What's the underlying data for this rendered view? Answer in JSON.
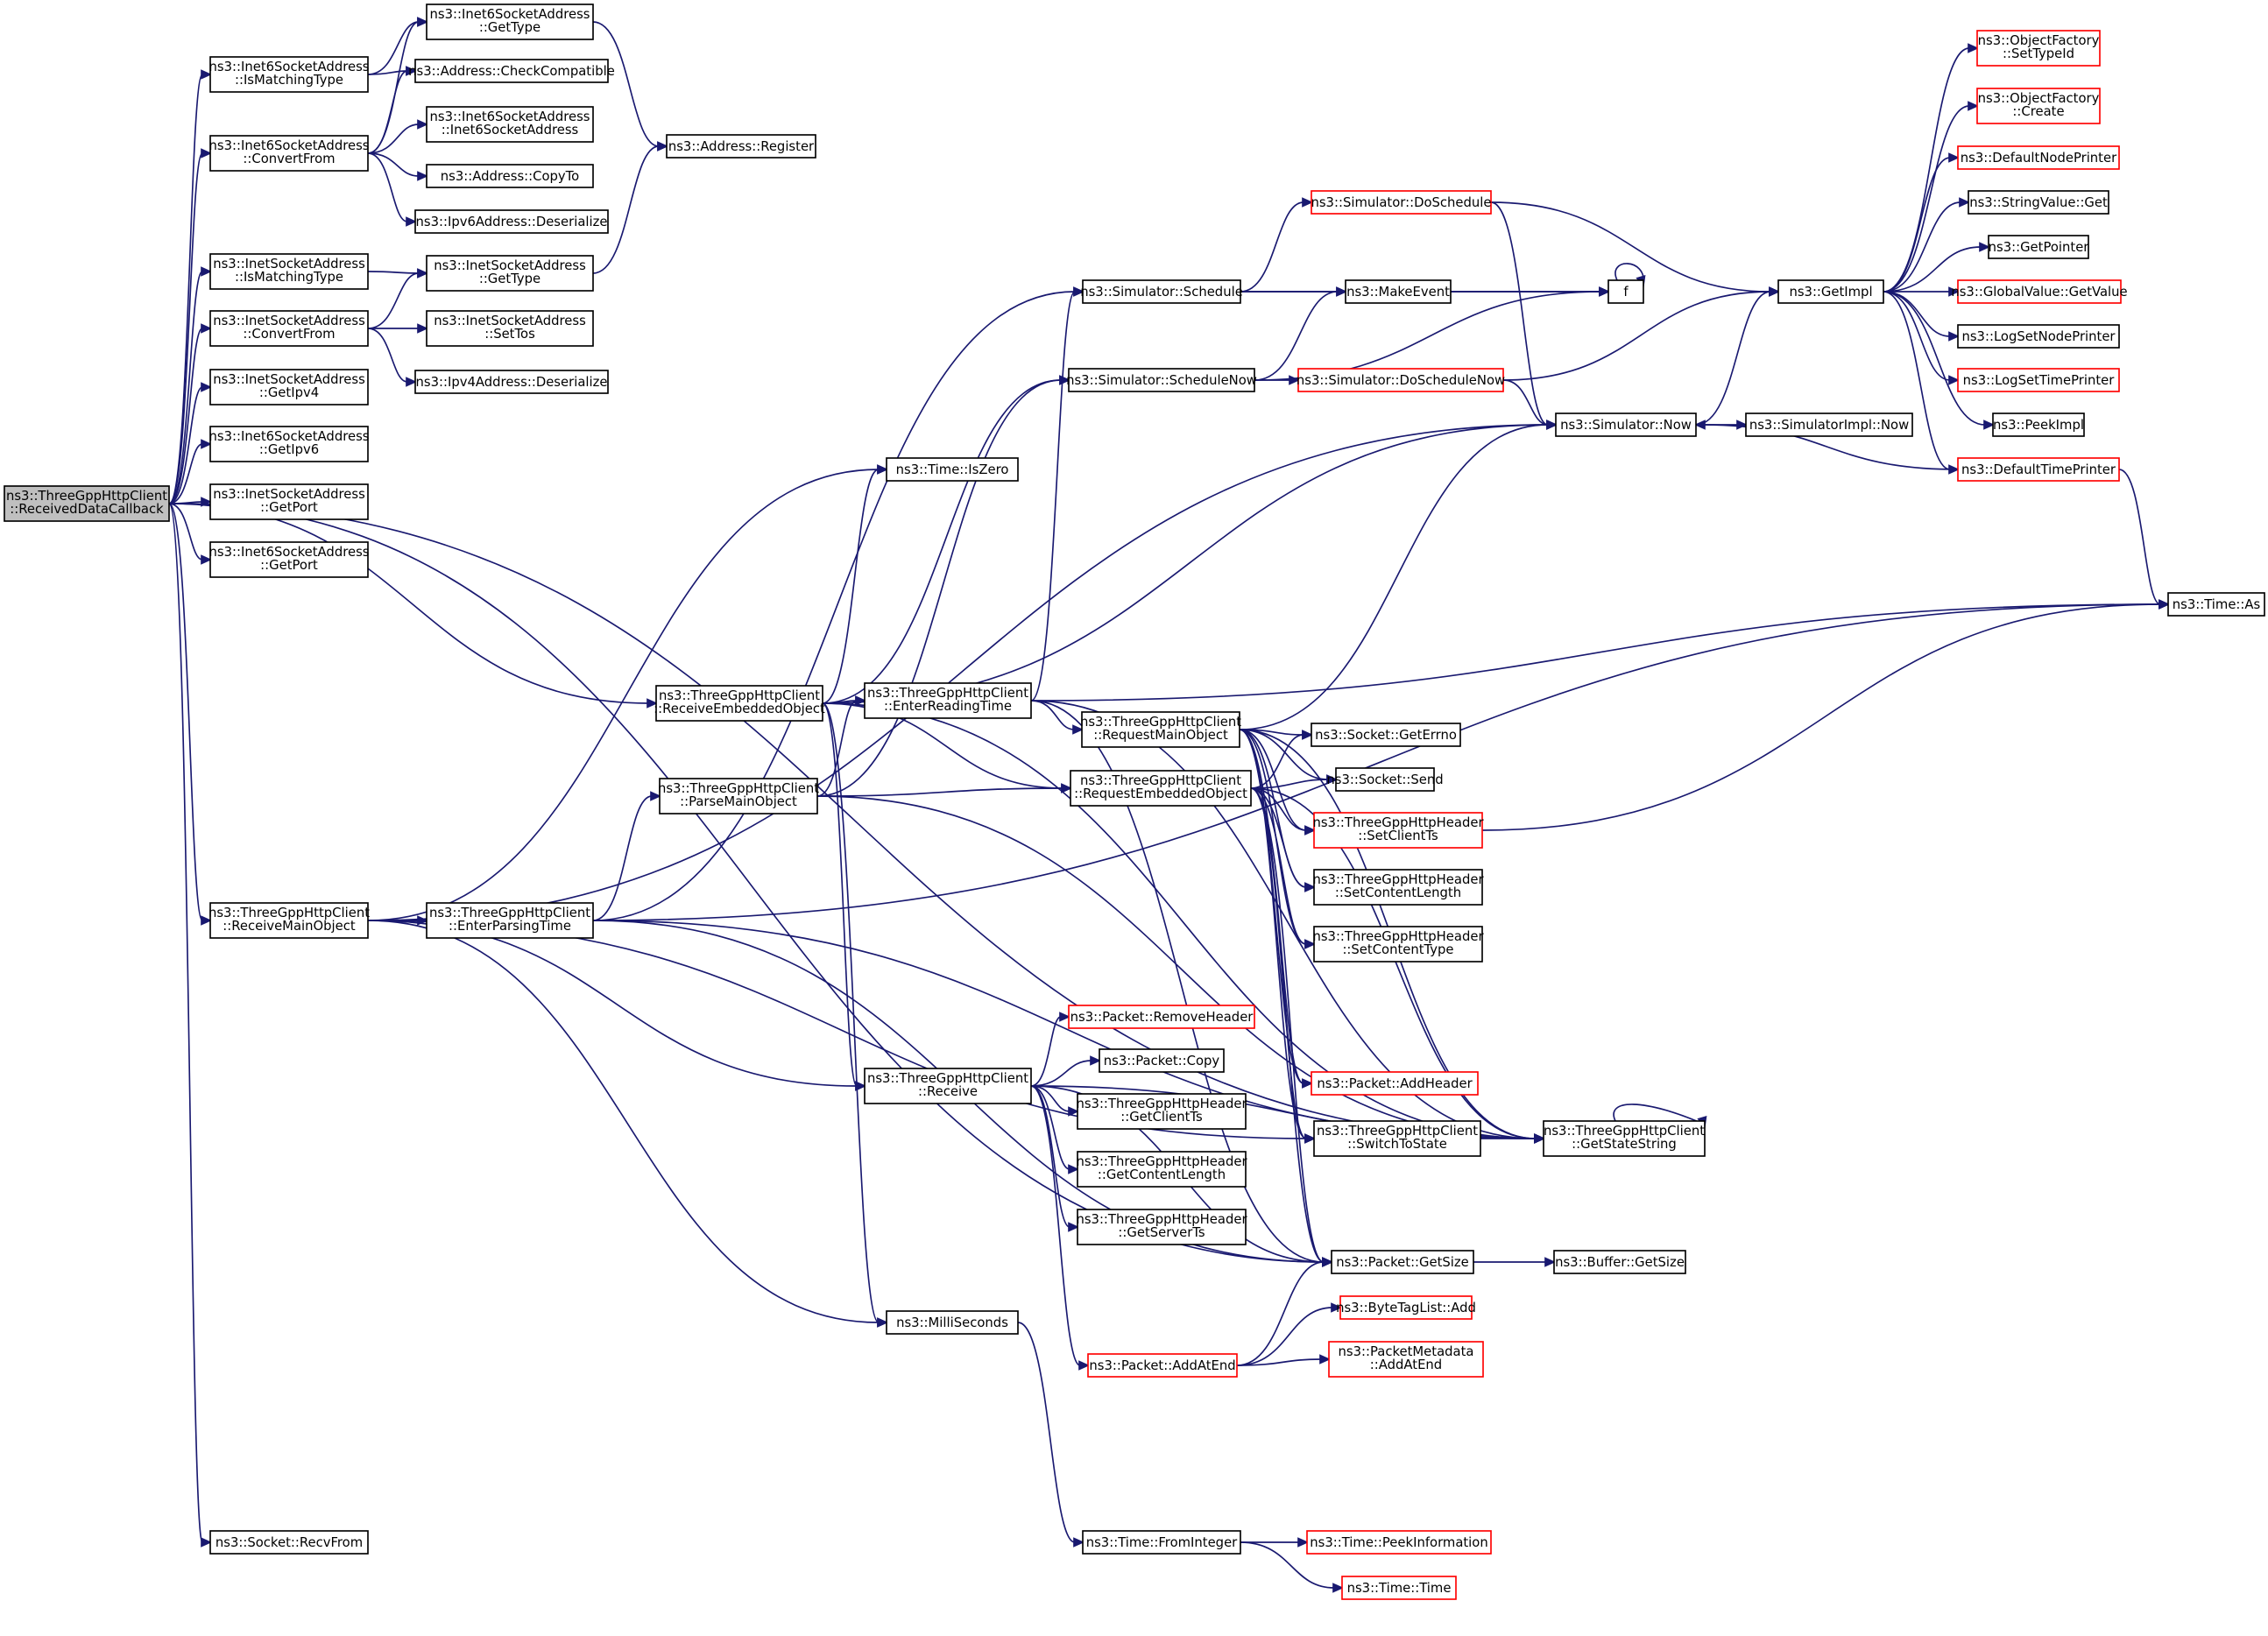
{
  "nodes": {
    "root": {
      "lines": [
        "ns3::ThreeGppHttpClient",
        "::ReceivedDataCallback"
      ],
      "color": "gray"
    },
    "i6_ismatch": {
      "lines": [
        "ns3::Inet6SocketAddress",
        "::IsMatchingType"
      ],
      "color": "black"
    },
    "i6_gettype": {
      "lines": [
        "ns3::Inet6SocketAddress",
        "::GetType"
      ],
      "color": "black"
    },
    "addr_check": {
      "lines": [
        "ns3::Address::CheckCompatible"
      ],
      "color": "black"
    },
    "addr_register": {
      "lines": [
        "ns3::Address::Register"
      ],
      "color": "black"
    },
    "i6_convert": {
      "lines": [
        "ns3::Inet6SocketAddress",
        "::ConvertFrom"
      ],
      "color": "black"
    },
    "i6_ctor": {
      "lines": [
        "ns3::Inet6SocketAddress",
        "::Inet6SocketAddress"
      ],
      "color": "black"
    },
    "addr_copyto": {
      "lines": [
        "ns3::Address::CopyTo"
      ],
      "color": "black"
    },
    "ipv6_deser": {
      "lines": [
        "ns3::Ipv6Address::Deserialize"
      ],
      "color": "black"
    },
    "i4_ismatch": {
      "lines": [
        "ns3::InetSocketAddress",
        "::IsMatchingType"
      ],
      "color": "black"
    },
    "i4_gettype": {
      "lines": [
        "ns3::InetSocketAddress",
        "::GetType"
      ],
      "color": "black"
    },
    "i4_convert": {
      "lines": [
        "ns3::InetSocketAddress",
        "::ConvertFrom"
      ],
      "color": "black"
    },
    "i4_settos": {
      "lines": [
        "ns3::InetSocketAddress",
        "::SetTos"
      ],
      "color": "black"
    },
    "ipv4_deser": {
      "lines": [
        "ns3::Ipv4Address::Deserialize"
      ],
      "color": "black"
    },
    "i4_getipv4": {
      "lines": [
        "ns3::InetSocketAddress",
        "::GetIpv4"
      ],
      "color": "black"
    },
    "i6_getipv6": {
      "lines": [
        "ns3::Inet6SocketAddress",
        "::GetIpv6"
      ],
      "color": "black"
    },
    "i4_getport": {
      "lines": [
        "ns3::InetSocketAddress",
        "::GetPort"
      ],
      "color": "black"
    },
    "i6_getport": {
      "lines": [
        "ns3::Inet6SocketAddress",
        "::GetPort"
      ],
      "color": "black"
    },
    "recv_embedded": {
      "lines": [
        "ns3::ThreeGppHttpClient",
        "::ReceiveEmbeddedObject"
      ],
      "color": "black"
    },
    "recv_main": {
      "lines": [
        "ns3::ThreeGppHttpClient",
        "::ReceiveMainObject"
      ],
      "color": "black"
    },
    "sock_recvfrom": {
      "lines": [
        "ns3::Socket::RecvFrom"
      ],
      "color": "black"
    },
    "time_iszero": {
      "lines": [
        "ns3::Time::IsZero"
      ],
      "color": "black"
    },
    "enter_reading": {
      "lines": [
        "ns3::ThreeGppHttpClient",
        "::EnterReadingTime"
      ],
      "color": "black"
    },
    "parse_main": {
      "lines": [
        "ns3::ThreeGppHttpClient",
        "::ParseMainObject"
      ],
      "color": "black"
    },
    "enter_parsing": {
      "lines": [
        "ns3::ThreeGppHttpClient",
        "::EnterParsingTime"
      ],
      "color": "black"
    },
    "receive": {
      "lines": [
        "ns3::ThreeGppHttpClient",
        "::Receive"
      ],
      "color": "black"
    },
    "milliseconds": {
      "lines": [
        "ns3::MilliSeconds"
      ],
      "color": "black"
    },
    "sim_schedule": {
      "lines": [
        "ns3::Simulator::Schedule"
      ],
      "color": "black"
    },
    "sim_schedulenow": {
      "lines": [
        "ns3::Simulator::ScheduleNow"
      ],
      "color": "black"
    },
    "sim_doschedule": {
      "lines": [
        "ns3::Simulator::DoSchedule"
      ],
      "color": "red"
    },
    "sim_doschedulenow": {
      "lines": [
        "ns3::Simulator::DoScheduleNow"
      ],
      "color": "red"
    },
    "makeevent": {
      "lines": [
        "ns3::MakeEvent"
      ],
      "color": "black"
    },
    "f": {
      "lines": [
        "f"
      ],
      "color": "black"
    },
    "sim_now": {
      "lines": [
        "ns3::Simulator::Now"
      ],
      "color": "black"
    },
    "simimpl_now": {
      "lines": [
        "ns3::SimulatorImpl::Now"
      ],
      "color": "black"
    },
    "getimpl": {
      "lines": [
        "ns3::GetImpl"
      ],
      "color": "black"
    },
    "of_settypeid": {
      "lines": [
        "ns3::ObjectFactory",
        "::SetTypeId"
      ],
      "color": "red"
    },
    "of_create": {
      "lines": [
        "ns3::ObjectFactory",
        "::Create"
      ],
      "color": "red"
    },
    "defnodeprinter": {
      "lines": [
        "ns3::DefaultNodePrinter"
      ],
      "color": "red"
    },
    "stringvalue_get": {
      "lines": [
        "ns3::StringValue::Get"
      ],
      "color": "black"
    },
    "getpointer": {
      "lines": [
        "ns3::GetPointer"
      ],
      "color": "black"
    },
    "globalvalue_get": {
      "lines": [
        "ns3::GlobalValue::GetValue"
      ],
      "color": "red"
    },
    "logsetnode": {
      "lines": [
        "ns3::LogSetNodePrinter"
      ],
      "color": "black"
    },
    "logsettime": {
      "lines": [
        "ns3::LogSetTimePrinter"
      ],
      "color": "red"
    },
    "peekimpl": {
      "lines": [
        "ns3::PeekImpl"
      ],
      "color": "black"
    },
    "deftimeprinter": {
      "lines": [
        "ns3::DefaultTimePrinter"
      ],
      "color": "red"
    },
    "time_as": {
      "lines": [
        "ns3::Time::As"
      ],
      "color": "black"
    },
    "req_main": {
      "lines": [
        "ns3::ThreeGppHttpClient",
        "::RequestMainObject"
      ],
      "color": "black"
    },
    "req_embedded": {
      "lines": [
        "ns3::ThreeGppHttpClient",
        "::RequestEmbeddedObject"
      ],
      "color": "black"
    },
    "sock_geterrno": {
      "lines": [
        "ns3::Socket::GetErrno"
      ],
      "color": "black"
    },
    "sock_send": {
      "lines": [
        "ns3::Socket::Send"
      ],
      "color": "black"
    },
    "hdr_setclientts": {
      "lines": [
        "ns3::ThreeGppHttpHeader",
        "::SetClientTs"
      ],
      "color": "red"
    },
    "hdr_setcontentlength": {
      "lines": [
        "ns3::ThreeGppHttpHeader",
        "::SetContentLength"
      ],
      "color": "black"
    },
    "hdr_setcontenttype": {
      "lines": [
        "ns3::ThreeGppHttpHeader",
        "::SetContentType"
      ],
      "color": "black"
    },
    "pkt_removeheader": {
      "lines": [
        "ns3::Packet::RemoveHeader"
      ],
      "color": "red"
    },
    "pkt_copy": {
      "lines": [
        "ns3::Packet::Copy"
      ],
      "color": "black"
    },
    "pkt_addheader": {
      "lines": [
        "ns3::Packet::AddHeader"
      ],
      "color": "red"
    },
    "hdr_getclientts": {
      "lines": [
        "ns3::ThreeGppHttpHeader",
        "::GetClientTs"
      ],
      "color": "black"
    },
    "hdr_getcontentlength": {
      "lines": [
        "ns3::ThreeGppHttpHeader",
        "::GetContentLength"
      ],
      "color": "black"
    },
    "hdr_getserverts": {
      "lines": [
        "ns3::ThreeGppHttpHeader",
        "::GetServerTs"
      ],
      "color": "black"
    },
    "switchtostate": {
      "lines": [
        "ns3::ThreeGppHttpClient",
        "::SwitchToState"
      ],
      "color": "black"
    },
    "getstatestring": {
      "lines": [
        "ns3::ThreeGppHttpClient",
        "::GetStateString"
      ],
      "color": "black"
    },
    "pkt_getsize": {
      "lines": [
        "ns3::Packet::GetSize"
      ],
      "color": "black"
    },
    "buf_getsize": {
      "lines": [
        "ns3::Buffer::GetSize"
      ],
      "color": "black"
    },
    "pkt_addatend": {
      "lines": [
        "ns3::Packet::AddAtEnd"
      ],
      "color": "red"
    },
    "bytetag_add": {
      "lines": [
        "ns3::ByteTagList::Add"
      ],
      "color": "red"
    },
    "pktmeta_addatend": {
      "lines": [
        "ns3::PacketMetadata",
        "::AddAtEnd"
      ],
      "color": "red"
    },
    "time_frominteger": {
      "lines": [
        "ns3::Time::FromInteger"
      ],
      "color": "black"
    },
    "time_peekinfo": {
      "lines": [
        "ns3::Time::PeekInformation"
      ],
      "color": "red"
    },
    "time_time": {
      "lines": [
        "ns3::Time::Time"
      ],
      "color": "red"
    }
  },
  "edges": [
    [
      "root",
      "i6_ismatch"
    ],
    [
      "root",
      "i6_convert"
    ],
    [
      "root",
      "i4_ismatch"
    ],
    [
      "root",
      "i4_convert"
    ],
    [
      "root",
      "i4_getipv4"
    ],
    [
      "root",
      "i6_getipv6"
    ],
    [
      "root",
      "i4_getport"
    ],
    [
      "root",
      "i6_getport"
    ],
    [
      "root",
      "recv_embedded"
    ],
    [
      "root",
      "recv_main"
    ],
    [
      "root",
      "pkt_getsize"
    ],
    [
      "root",
      "getstatestring"
    ],
    [
      "root",
      "sock_recvfrom"
    ],
    [
      "i6_ismatch",
      "i6_gettype"
    ],
    [
      "i6_ismatch",
      "addr_check"
    ],
    [
      "i6_gettype",
      "addr_register"
    ],
    [
      "i6_convert",
      "i6_gettype"
    ],
    [
      "i6_convert",
      "addr_check"
    ],
    [
      "i6_convert",
      "i6_ctor"
    ],
    [
      "i6_convert",
      "addr_copyto"
    ],
    [
      "i6_convert",
      "ipv6_deser"
    ],
    [
      "i4_ismatch",
      "i4_gettype"
    ],
    [
      "i4_gettype",
      "addr_register"
    ],
    [
      "i4_convert",
      "i4_gettype"
    ],
    [
      "i4_convert",
      "i4_settos"
    ],
    [
      "i4_convert",
      "ipv4_deser"
    ],
    [
      "recv_embedded",
      "time_iszero"
    ],
    [
      "recv_embedded",
      "enter_reading"
    ],
    [
      "recv_embedded",
      "sim_schedulenow"
    ],
    [
      "recv_embedded",
      "sim_now"
    ],
    [
      "recv_embedded",
      "req_embedded"
    ],
    [
      "recv_embedded",
      "receive"
    ],
    [
      "recv_embedded",
      "milliseconds"
    ],
    [
      "recv_embedded",
      "getstatestring"
    ],
    [
      "recv_main",
      "time_iszero"
    ],
    [
      "recv_main",
      "sim_now"
    ],
    [
      "recv_main",
      "enter_parsing"
    ],
    [
      "recv_main",
      "receive"
    ],
    [
      "recv_main",
      "milliseconds"
    ],
    [
      "recv_main",
      "switchtostate"
    ],
    [
      "enter_parsing",
      "parse_main"
    ],
    [
      "enter_parsing",
      "sim_schedule"
    ],
    [
      "enter_parsing",
      "getstatestring"
    ],
    [
      "enter_parsing",
      "time_as"
    ],
    [
      "enter_parsing",
      "pkt_getsize"
    ],
    [
      "parse_main",
      "enter_reading"
    ],
    [
      "parse_main",
      "req_embedded"
    ],
    [
      "parse_main",
      "sim_schedulenow"
    ],
    [
      "parse_main",
      "getstatestring"
    ],
    [
      "enter_reading",
      "sim_schedule"
    ],
    [
      "enter_reading",
      "req_main"
    ],
    [
      "enter_reading",
      "getstatestring"
    ],
    [
      "enter_reading",
      "time_as"
    ],
    [
      "enter_reading",
      "pkt_getsize"
    ],
    [
      "sim_schedule",
      "sim_doschedule"
    ],
    [
      "sim_schedule",
      "makeevent"
    ],
    [
      "sim_schedule",
      "f"
    ],
    [
      "sim_schedulenow",
      "makeevent"
    ],
    [
      "sim_schedulenow",
      "sim_doschedulenow"
    ],
    [
      "sim_schedulenow",
      "f"
    ],
    [
      "sim_doschedule",
      "getimpl"
    ],
    [
      "sim_doschedule",
      "sim_now"
    ],
    [
      "sim_doschedulenow",
      "getimpl"
    ],
    [
      "sim_doschedulenow",
      "sim_now"
    ],
    [
      "makeevent",
      "f"
    ],
    [
      "f",
      "f"
    ],
    [
      "sim_now",
      "getimpl"
    ],
    [
      "sim_now",
      "simimpl_now"
    ],
    [
      "getimpl",
      "of_settypeid"
    ],
    [
      "getimpl",
      "of_create"
    ],
    [
      "getimpl",
      "defnodeprinter"
    ],
    [
      "getimpl",
      "stringvalue_get"
    ],
    [
      "getimpl",
      "getpointer"
    ],
    [
      "getimpl",
      "globalvalue_get"
    ],
    [
      "getimpl",
      "logsetnode"
    ],
    [
      "getimpl",
      "logsettime"
    ],
    [
      "getimpl",
      "peekimpl"
    ],
    [
      "getimpl",
      "deftimeprinter"
    ],
    [
      "deftimeprinter",
      "sim_now"
    ],
    [
      "deftimeprinter",
      "time_as"
    ],
    [
      "req_main",
      "sim_now"
    ],
    [
      "req_main",
      "sock_geterrno"
    ],
    [
      "req_main",
      "sock_send"
    ],
    [
      "req_main",
      "hdr_setclientts"
    ],
    [
      "req_main",
      "hdr_setcontentlength"
    ],
    [
      "req_main",
      "hdr_setcontenttype"
    ],
    [
      "req_main",
      "pkt_addheader"
    ],
    [
      "req_main",
      "switchtostate"
    ],
    [
      "req_main",
      "getstatestring"
    ],
    [
      "req_main",
      "pkt_getsize"
    ],
    [
      "req_embedded",
      "sock_geterrno"
    ],
    [
      "req_embedded",
      "sock_send"
    ],
    [
      "req_embedded",
      "hdr_setclientts"
    ],
    [
      "req_embedded",
      "hdr_setcontentlength"
    ],
    [
      "req_embedded",
      "hdr_setcontenttype"
    ],
    [
      "req_embedded",
      "pkt_addheader"
    ],
    [
      "req_embedded",
      "switchtostate"
    ],
    [
      "req_embedded",
      "getstatestring"
    ],
    [
      "req_embedded",
      "pkt_getsize"
    ],
    [
      "hdr_setclientts",
      "time_as"
    ],
    [
      "receive",
      "pkt_removeheader"
    ],
    [
      "receive",
      "pkt_copy"
    ],
    [
      "receive",
      "hdr_getclientts"
    ],
    [
      "receive",
      "hdr_getcontentlength"
    ],
    [
      "receive",
      "hdr_getserverts"
    ],
    [
      "receive",
      "pkt_addatend"
    ],
    [
      "receive",
      "pkt_getsize"
    ],
    [
      "receive",
      "getstatestring"
    ],
    [
      "switchtostate",
      "getstatestring"
    ],
    [
      "getstatestring",
      "getstatestring"
    ],
    [
      "pkt_getsize",
      "buf_getsize"
    ],
    [
      "pkt_addatend",
      "bytetag_add"
    ],
    [
      "pkt_addatend",
      "pktmeta_addatend"
    ],
    [
      "pkt_addatend",
      "pkt_getsize"
    ],
    [
      "milliseconds",
      "time_frominteger"
    ],
    [
      "time_frominteger",
      "time_peekinfo"
    ],
    [
      "time_frominteger",
      "time_time"
    ]
  ]
}
